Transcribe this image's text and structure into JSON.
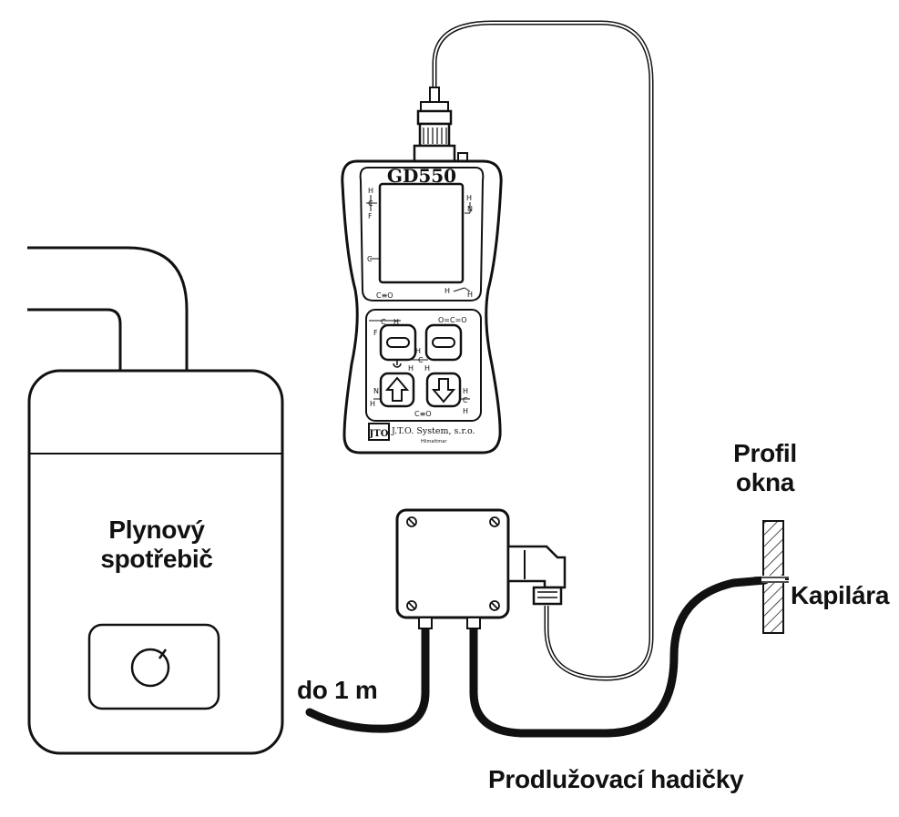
{
  "appliance": {
    "label_line1": "Plynový",
    "label_line2": "spotřebič"
  },
  "device": {
    "model": "GD550",
    "maker": "J.T.O. System, s.r.o.",
    "logo_text": "JTO",
    "sub_logo": "Hilmattmar"
  },
  "labels": {
    "distance": "do 1 m",
    "extension_hoses": "Prodlužovací hadičky",
    "window_frame_line1": "Profil",
    "window_frame_line2": "okna",
    "capillary": "Kapilára"
  },
  "molecules": {
    "co": "C≡O",
    "co2": "O=C=O",
    "c": "C",
    "h": "H",
    "f": "F",
    "n": "N"
  }
}
